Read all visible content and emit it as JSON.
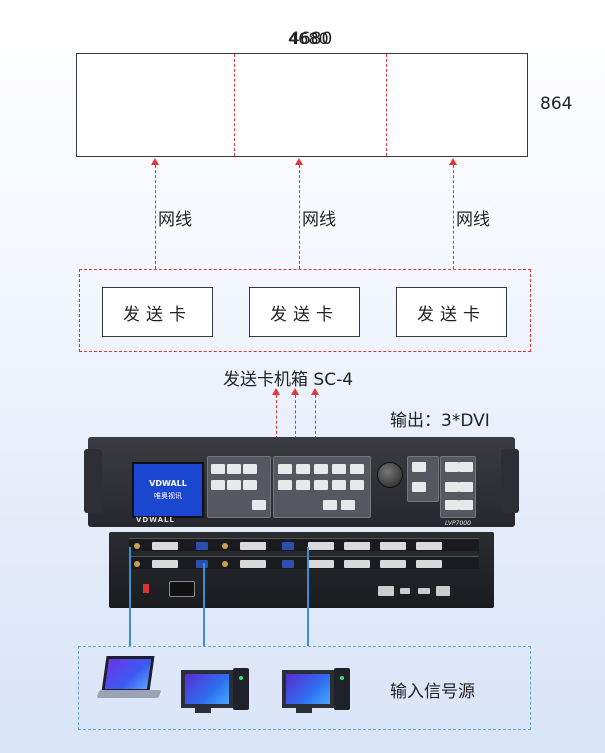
{
  "screen": {
    "width_label": "4680",
    "height_label": "864"
  },
  "cable_labels": [
    "网线",
    "网线",
    "网线"
  ],
  "sender_cards": [
    "发送卡",
    "发送卡",
    "发送卡"
  ],
  "sender_box_title": "发送卡机箱 SC-4",
  "output_label": "输出：3*DVI",
  "device": {
    "lcd_brand": "VDWALL",
    "lcd_subtitle": "唯奥视讯",
    "front_brand": "VDWALL",
    "model": "LVP7000"
  },
  "input_label": "输入信号源",
  "colors": {
    "red_dash": "#e3343c",
    "blue_dash": "#5fa8e6",
    "blue_line": "#3a8fd6"
  }
}
